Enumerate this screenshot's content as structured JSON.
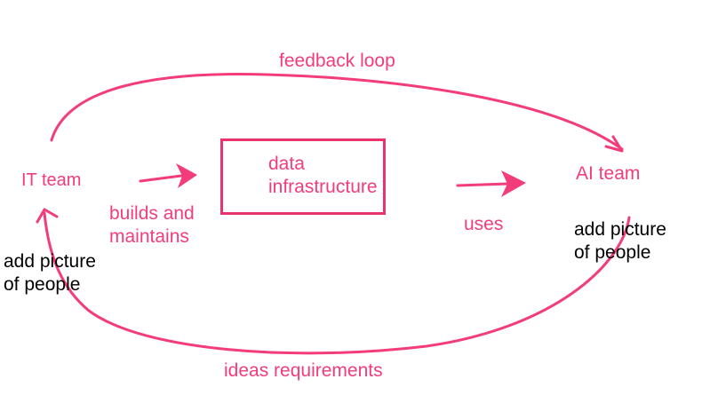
{
  "colors": {
    "accent": "#f23d7a",
    "box_stroke": "#e8336b",
    "text_dark": "#000000"
  },
  "nodes": {
    "it_team": "IT team",
    "data_infrastructure": "data\ninfrastructure",
    "ai_team": "AI team"
  },
  "edges": {
    "builds_and_maintains": "builds and\nmaintains",
    "uses": "uses",
    "feedback_loop": "feedback loop",
    "ideas_requirements": "ideas requirements"
  },
  "notes": {
    "it_team_note": "add picture\nof people",
    "ai_team_note": "add picture\nof people"
  }
}
